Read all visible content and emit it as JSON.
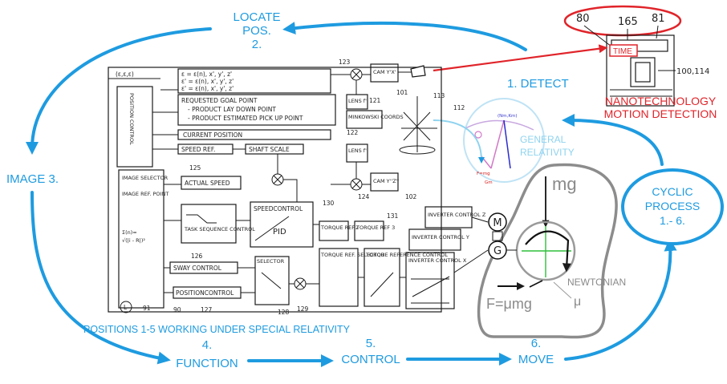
{
  "steps": {
    "locate": {
      "line1": "LOCATE",
      "line2": "POS.",
      "line3": "2."
    },
    "detect": "1.  DETECT",
    "image": "IMAGE  3.",
    "function": {
      "line1": "4.",
      "line2": "FUNCTION"
    },
    "control": {
      "line1": "5.",
      "line2": "CONTROL"
    },
    "move": {
      "line1": "6.",
      "line2": "MOVE"
    },
    "cyclic": {
      "line1": "CYCLIC",
      "line2": "PROCESS",
      "line3": "1.- 6."
    }
  },
  "relativity_note": "POSITIONS 1-5 WORKING UNDER SPECIAL RELATIVITY",
  "nano": {
    "values": [
      "80",
      "165",
      "81"
    ],
    "time_label": "TIME",
    "ref_label": "100,114",
    "caption_line1": "NANOTECHNOLOGY",
    "caption_line2": "MOTION DETECTION"
  },
  "general_relativity": {
    "line1": "GENERAL",
    "line2": "RELATIVITY"
  },
  "newtonian": {
    "label": "NEWTONIAN",
    "mg": "mg",
    "mu": "μ",
    "force": "F=μmg",
    "motor_m": "M",
    "motor_g": "G"
  },
  "block": {
    "ecc": "(ε,ε,ε)",
    "eq1": "ε = ε(n), x', y', z'",
    "eq2": "ε' = ε(n), x', y', z'",
    "eq3": "ε' = ε(n), x', y', z'",
    "position_control": "POSITION CONTROL",
    "requested_goal": "REQUESTED GOAL POINT",
    "product_lay": "- PRODUCT LAY DOWN POINT",
    "product_pick": "- PRODUCT ESTIMATED PICK UP POINT",
    "current_position": "CURRENT POSITION",
    "speed_ref": "SPEED REF.",
    "shaft_scale": "SHAFT SCALE",
    "image_selector": "IMAGE SELECTOR",
    "image_ref_point": "IMAGE REF. POINT",
    "actual_speed": "ACTUAL SPEED",
    "speedcontrol": "SPEEDCONTROL",
    "pid": "PID",
    "task_sequence": "TASK SEQUENCE CONTROL",
    "sway_control": "SWAY CONTROL",
    "position_control2": "POSITIONCONTROL",
    "selector": "SELECTOR",
    "torque_ref2": "TORQUE REF.2",
    "torque_ref3": "TORQUE REF 3",
    "torque_ref_selector": "TORQUE REF. SELECTOR",
    "torque_reference_control": "TORQUE REFERENCE CONTROL",
    "inverter_x": "INVERTER CONTROL X",
    "inverter_y": "INVERTER CONTROL Y",
    "inverter_z": "INVERTER CONTROL Z",
    "lens1": "LENS f'",
    "lens2": "LENS f''",
    "minkowski": "MINKOWSKI COORDS",
    "cam1": "CAM Y'X'",
    "cam2": "CAM Y''Z''",
    "n123": "123",
    "n101": "101",
    "n113": "113",
    "n112": "112",
    "n121": "121",
    "n122": "122",
    "n125": "125",
    "n130": "130",
    "n131": "131",
    "n126": "126",
    "n127": "127",
    "n128": "128",
    "n129": "129",
    "n124": "124",
    "n102": "102",
    "n91": "91",
    "n90": "90",
    "Lmark": "L"
  }
}
